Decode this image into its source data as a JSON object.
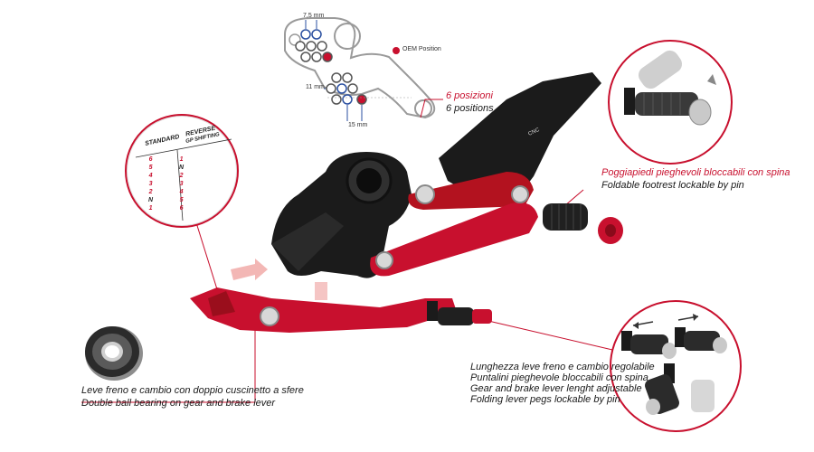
{
  "colors": {
    "red": "#c8102e",
    "black": "#1b1b1b",
    "metal": "#b9b9b9",
    "line": "#c8102e"
  },
  "diagram": {
    "dim_top": "7,5 mm",
    "dim_left": "11 mm",
    "dim_bottom": "15 mm",
    "oem_label": "OEM Position"
  },
  "positions": {
    "it": "6 posizioni",
    "en": "6 positions"
  },
  "shift_pattern": {
    "standard_header": "STANDARD",
    "reverse_header": "REVERSE",
    "reverse_sub": "GP SHIFTING",
    "standard": [
      "6",
      "5",
      "4",
      "3",
      "2",
      "N",
      "1"
    ],
    "reverse": [
      "1",
      "N",
      "2",
      "3",
      "4",
      "5",
      "6"
    ]
  },
  "footrest": {
    "it": "Poggiapiedi pieghevoli bloccabili con spina",
    "en": "Foldable footrest lockable by pin"
  },
  "bearing": {
    "it": "Leve freno e cambio con doppio cuscinetto a sfere",
    "en": "Double ball bearing on gear and brake lever"
  },
  "lever": {
    "line1": "Lunghezza leve freno e cambio regolabile",
    "line2": "Puntalini pieghevole bloccabili con spina",
    "line3": "Gear and brake lever lenght adjustable",
    "line4": "Folding lever pegs lockable by pin"
  },
  "brand_mark": "CNC"
}
